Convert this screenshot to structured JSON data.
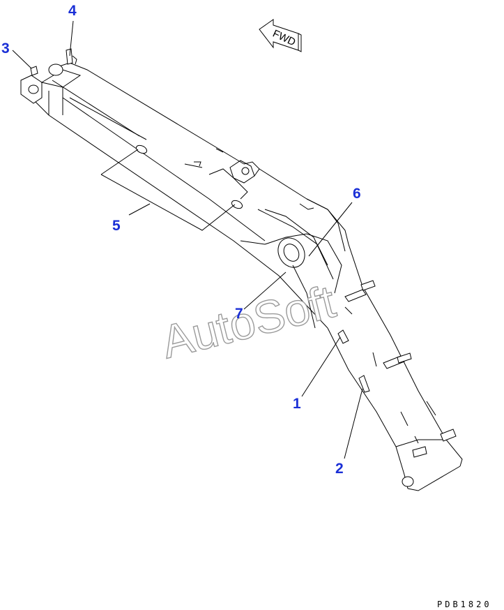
{
  "diagram": {
    "callouts": [
      "1",
      "2",
      "3",
      "4",
      "5",
      "6",
      "7"
    ],
    "fwd_label": "FWD",
    "watermark": "AutoSoft",
    "drawing_code": "PDB1820"
  },
  "colors": {
    "callout": "#1a2fd6",
    "line": "#000000",
    "watermark_outline": "#9a9a9a"
  }
}
